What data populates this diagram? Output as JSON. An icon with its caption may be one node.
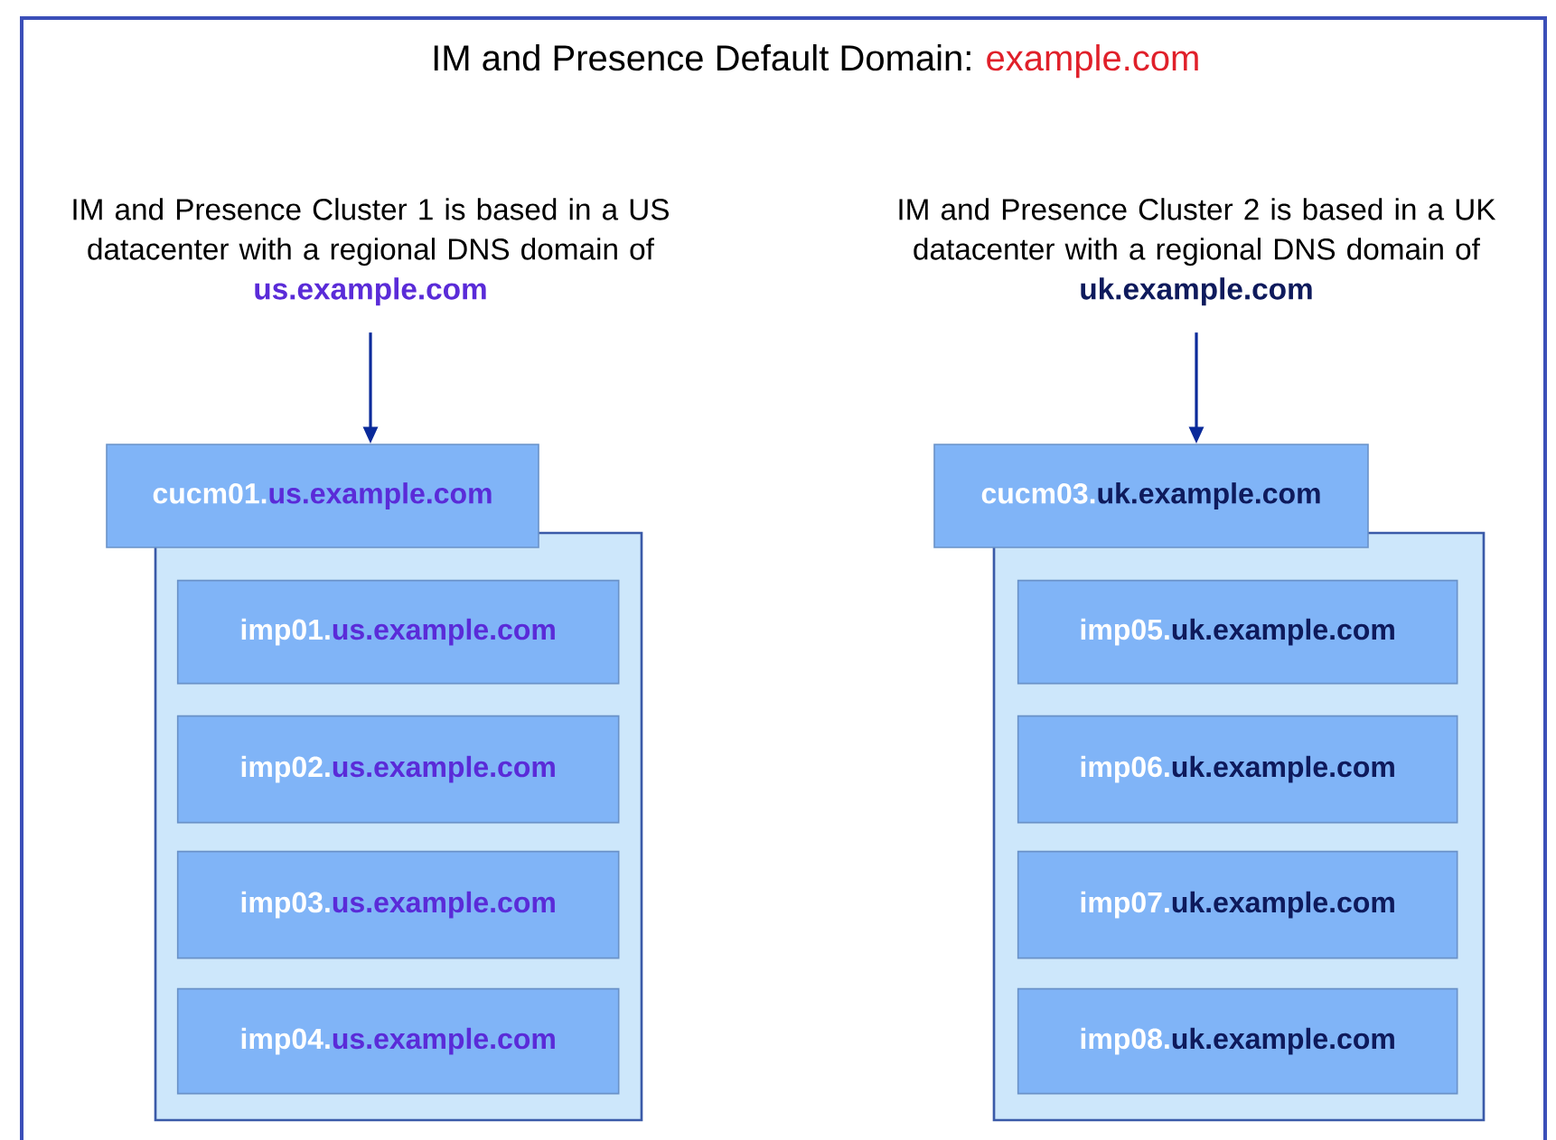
{
  "diagram": {
    "title": "IM and Presence Default Domain:",
    "nodes": [
      {
        "text": [
          "IM and Presence Cluster 1 is based in a US datacenter with a regional DNS domain of",
          "us.example.com"
        ]
      },
      {
        "text": [
          "cucm01.",
          "us.example.com"
        ]
      },
      {
        "text": [],
        "shape": "box"
      },
      {
        "text": [
          "imp01.",
          "us.example.com"
        ],
        "in": 2
      },
      {
        "text": [
          "imp02.",
          "us.example.com"
        ],
        "in": 2
      },
      {
        "text": [
          "imp03.",
          "us.example.com"
        ],
        "in": 2
      },
      {
        "text": [
          "imp04.",
          "us.example.com"
        ],
        "in": 2
      },
      {
        "text": [
          "IM and Presence Cluster 2 is based in a UK datacenter with a regional DNS domain of",
          "uk.example.com"
        ]
      },
      {
        "text": [
          "cucm03.",
          "uk.example.com"
        ]
      },
      {
        "text": [],
        "shape": "box"
      },
      {
        "text": [
          "imp05.",
          "uk.example.com"
        ],
        "in": 9
      },
      {
        "text": [
          "imp06.",
          "uk.example.com"
        ],
        "in": 9
      },
      {
        "text": [
          "imp07.",
          "uk.example.com"
        ],
        "in": 9
      },
      {
        "text": [
          "imp08.",
          "uk.example.com"
        ],
        "in": 9
      }
    ],
    "edges": [
      {
        "from": 0,
        "to": 1,
        "arrow": "to"
      },
      {
        "from": 7,
        "to": 8,
        "arrow": "to"
      }
    ],
    "labels": [
      "example.com"
    ]
  }
}
